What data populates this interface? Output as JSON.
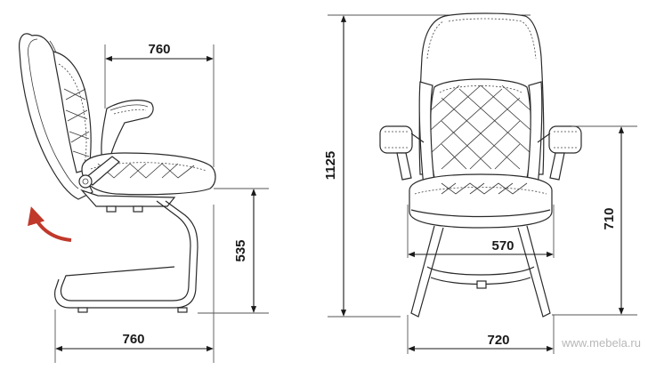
{
  "dimensions": {
    "side_depth_top": "760",
    "side_depth_bottom": "760",
    "seat_height": "535",
    "total_height": "1125",
    "seat_width": "570",
    "armrest_height": "710",
    "base_width": "720"
  },
  "watermark": "www.mebela.ru",
  "colors": {
    "rotation_arrow": "#c0392b",
    "line": "#2a2a2a"
  }
}
